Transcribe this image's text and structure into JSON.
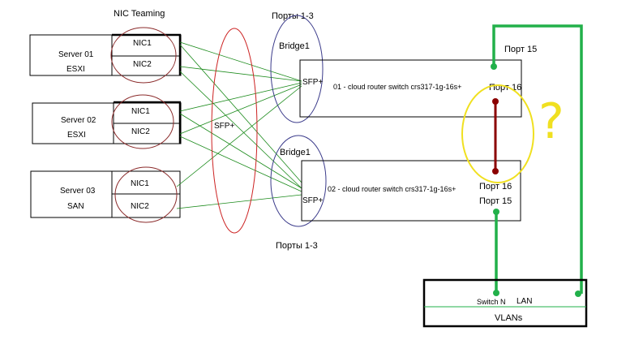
{
  "labels": {
    "nic_teaming": "NIC Teaming",
    "ports_top": "Порты 1-3",
    "ports_bottom": "Порты 1-3",
    "sfp_middle": "SFP+",
    "bridge1_top": "Bridge1",
    "bridge1_bottom": "Bridge1",
    "question": "?"
  },
  "servers": [
    {
      "name": "Server 01",
      "os": "ESXI",
      "nic1": "NIC1",
      "nic2": "NIC2"
    },
    {
      "name": "Server 02",
      "os": "ESXI",
      "nic1": "NIC1",
      "nic2": "NIC2"
    },
    {
      "name": "Server 03",
      "os": "SAN",
      "nic1": "NIC1",
      "nic2": "NIC2"
    }
  ],
  "switches": [
    {
      "sfp": "SFP+",
      "name": "01 - cloud router switch crs317-1g-16s+",
      "port16": "Порт 16",
      "port15": "Порт 15"
    },
    {
      "sfp": "SFP+",
      "name": "02 - cloud router switch crs317-1g-16s+",
      "port16": "Порт 16",
      "port15": "Порт 15"
    }
  ],
  "lan_switch": {
    "switch": "Switch N",
    "lan": "LAN",
    "vlans": "VLANs"
  },
  "colors": {
    "green_link": "#1a8a1a",
    "uplink_green": "#22b04a",
    "stack_link": "#8b0000",
    "red_ellipse": "#cc2222",
    "blue_ellipse": "#3a3a8a",
    "yellow": "#f0e020"
  }
}
